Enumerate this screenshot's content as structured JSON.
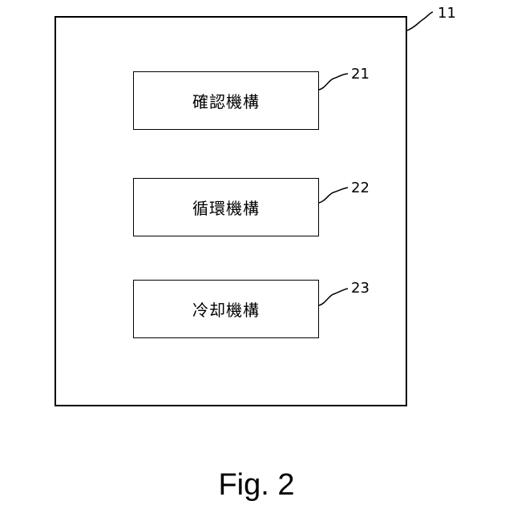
{
  "outer": {
    "ref": "11"
  },
  "modules": [
    {
      "label": "確認機構",
      "ref": "21"
    },
    {
      "label": "循環機構",
      "ref": "22"
    },
    {
      "label": "冷却機構",
      "ref": "23"
    }
  ],
  "caption": "Fig. 2"
}
